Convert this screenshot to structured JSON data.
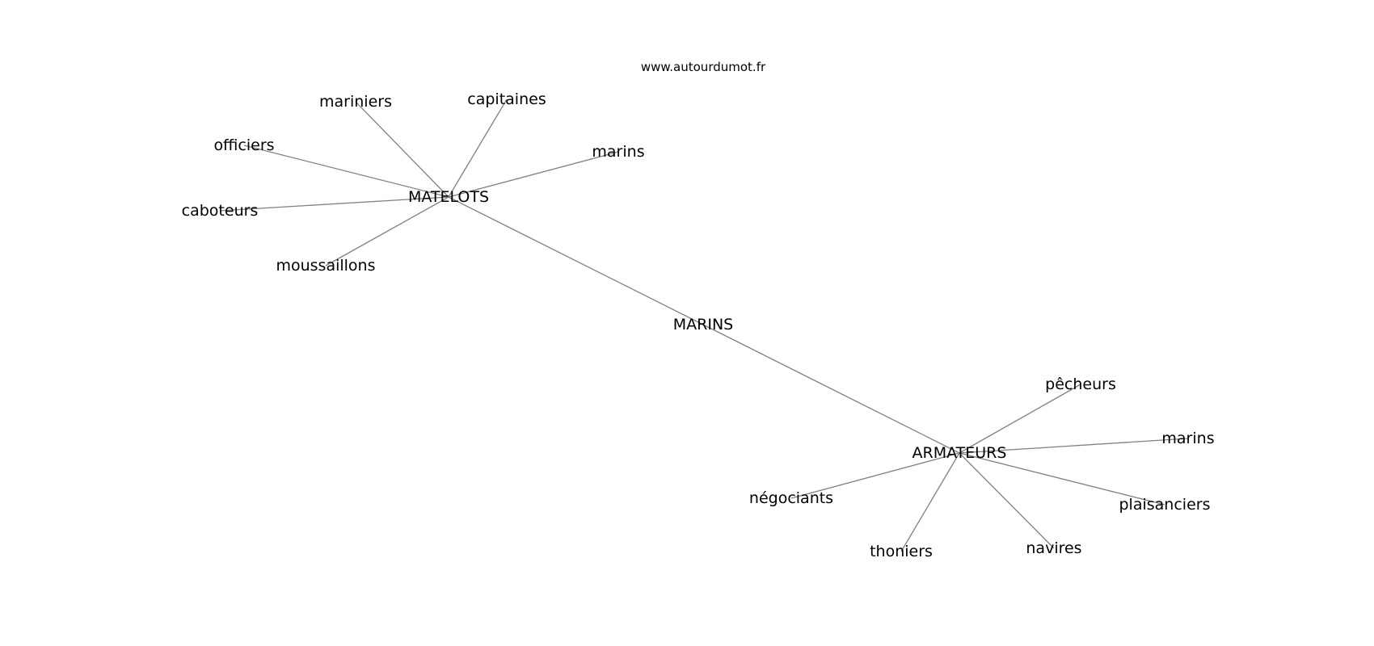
{
  "watermark": "www.autourdumot.fr",
  "nodes": {
    "center": "MARINS",
    "hub_matelots": "MATELOTS",
    "hub_armateurs": "ARMATEURS",
    "mariniers": "mariniers",
    "capitaines": "capitaines",
    "officiers": "officiers",
    "marins_top": "marins",
    "caboteurs": "caboteurs",
    "moussaillons": "moussaillons",
    "pecheurs": "pêcheurs",
    "marins_bottom": "marins",
    "negociants": "négociants",
    "plaisanciers": "plaisanciers",
    "thoniers": "thoniers",
    "navires": "navires"
  },
  "edges": [
    [
      "center",
      "hub_matelots"
    ],
    [
      "center",
      "hub_armateurs"
    ],
    [
      "hub_matelots",
      "mariniers"
    ],
    [
      "hub_matelots",
      "capitaines"
    ],
    [
      "hub_matelots",
      "officiers"
    ],
    [
      "hub_matelots",
      "marins_top"
    ],
    [
      "hub_matelots",
      "caboteurs"
    ],
    [
      "hub_matelots",
      "moussaillons"
    ],
    [
      "hub_armateurs",
      "pecheurs"
    ],
    [
      "hub_armateurs",
      "marins_bottom"
    ],
    [
      "hub_armateurs",
      "negociants"
    ],
    [
      "hub_armateurs",
      "plaisanciers"
    ],
    [
      "hub_armateurs",
      "thoniers"
    ],
    [
      "hub_armateurs",
      "navires"
    ]
  ]
}
